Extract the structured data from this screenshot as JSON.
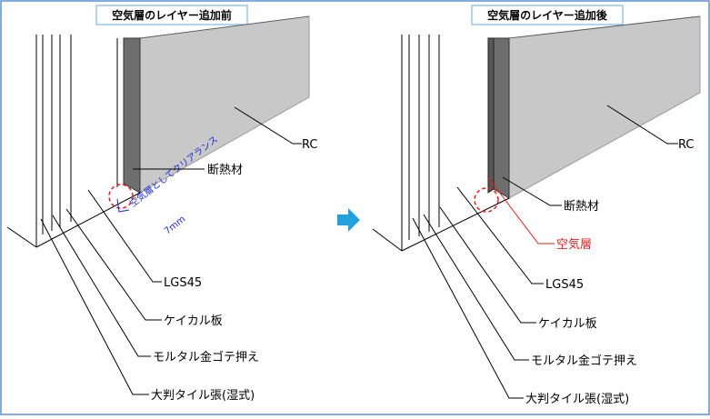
{
  "colors": {
    "frame_border": "#5b8fd6",
    "title_border": "#7bb8e8",
    "concrete": "#c8c8c8",
    "concrete_edge": "#9a9a9a",
    "insulation": "#6e6e6e",
    "air_gap": "#585858",
    "highlight_circle": "#e02020",
    "red_label": "#e02020",
    "blue_note": "#1d2bd6",
    "arrow": "#23a0e0"
  },
  "left_panel": {
    "title": "空気層のレイヤー追加前",
    "labels": {
      "rc": "RC",
      "insulation": "断熱材",
      "lgs": "LGS45",
      "keical": "ケイカル板",
      "mortar": "モルタル金ゴテ押え",
      "tile": "大判タイル張(湿式)"
    },
    "clearance_note_line1": "空気層としてクリアランス",
    "clearance_note_line2": "7mm"
  },
  "right_panel": {
    "title": "空気層のレイヤー追加後",
    "labels": {
      "rc": "RC",
      "insulation": "断熱材",
      "air_layer": "空気層",
      "lgs": "LGS45",
      "keical": "ケイカル板",
      "mortar": "モルタル金ゴテ押え",
      "tile": "大判タイル張(湿式)"
    }
  },
  "arrow_icon": "right-arrow-icon"
}
